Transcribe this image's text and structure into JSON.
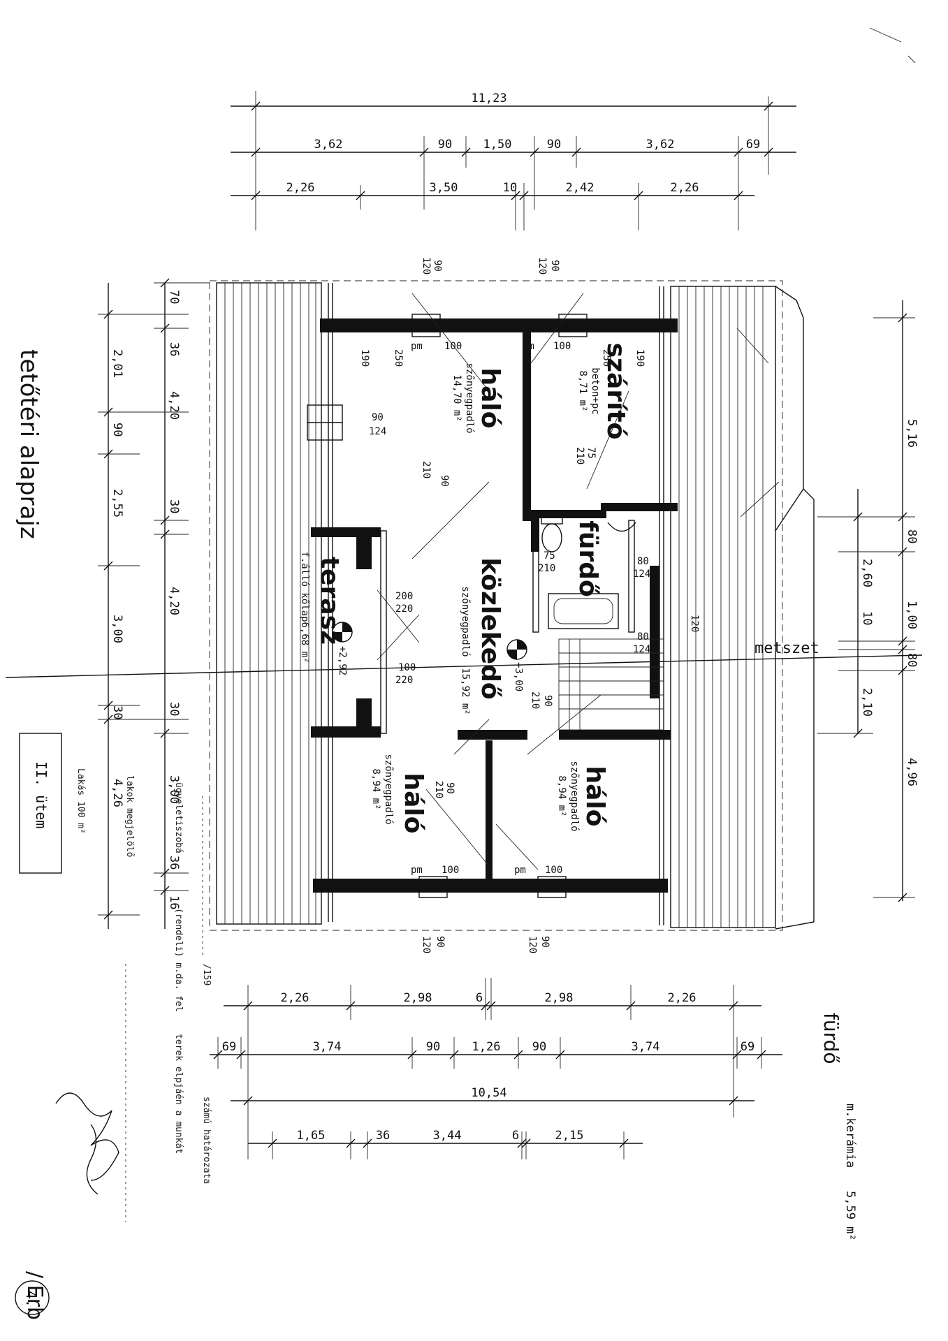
{
  "top_dims": {
    "overall": "11,23",
    "row2": [
      "3,62",
      "90",
      "1,50",
      "90",
      "3,62",
      "69"
    ],
    "row3": [
      "2,26",
      "3,50",
      "10",
      "2,42",
      "2,26"
    ]
  },
  "bottom_dims": {
    "row1": [
      "2,26",
      "2,98",
      "6",
      "2,98",
      "2,26"
    ],
    "row2": [
      "69",
      "3,74",
      "90",
      "1,26",
      "90",
      "3,74",
      "69"
    ],
    "overall": "10,54",
    "row4": [
      "1,65",
      "36",
      "3,44",
      "6",
      "2,15"
    ]
  },
  "left_dims": {
    "outer": [
      "2,01",
      "90",
      "2,55",
      "3,00",
      "30",
      "4,26"
    ],
    "inner": [
      "70",
      "36",
      "4,20",
      "30",
      "4,20",
      "30",
      "3,00",
      "36",
      "16"
    ]
  },
  "right_dims": {
    "outer": [
      "5,16",
      "4,96"
    ],
    "inner": [
      "2,60",
      "80",
      "10",
      "1,00",
      "80",
      "2,10"
    ]
  },
  "rooms": {
    "halo_top": {
      "name": "háló",
      "floor": "szőnyegpadló",
      "area": "14,70 m²"
    },
    "szarito": {
      "name": "szárító",
      "floor": "beton+pc",
      "area": "8,71 m²"
    },
    "furdo": {
      "name": "fürdő"
    },
    "kozlekedo": {
      "name": "közlekedő",
      "floor": "szőnyegpadló",
      "area": "15,92 m²"
    },
    "terasz": {
      "name": "terasz",
      "floor": "f.álló kőlap",
      "area": "6,68 m²"
    },
    "halo_left": {
      "name": "háló",
      "floor": "szőnyegpadló",
      "area": "8,94 m²"
    },
    "halo_right": {
      "name": "háló",
      "floor": "szőnyegpadló",
      "area": "8,94 m²"
    }
  },
  "openings": {
    "o1": "90",
    "o2": "120",
    "o3": "120",
    "o4": "90",
    "w1": "100",
    "w2": "100",
    "w3": "100",
    "w4": "100",
    "pm": "pm",
    "h190a": "190",
    "h250a": "250",
    "h250b": "250",
    "h190b": "190",
    "d90_124": "90",
    "d124": "124",
    "d210a": "210",
    "d90b": "90",
    "d75": "75",
    "d210b": "210",
    "d75b": "75",
    "d210c": "210",
    "d80a": "80",
    "d124a": "124",
    "d80b": "80",
    "d124b": "124",
    "d200": "200",
    "d220a": "220",
    "d100": "100",
    "d220b": "220",
    "d90c": "90",
    "d210d": "210",
    "d90d": "90",
    "d210e": "210",
    "b120a": "120",
    "b90a": "90",
    "b120b": "120",
    "b90b": "90",
    "lev1": "+3,00",
    "lev2": "+2,92",
    "vent": "120"
  },
  "section_label": "metszet",
  "drawing_title": "tetőtéri alaprajz",
  "stage_box": "II. ütem",
  "legend": {
    "room": "fürdő",
    "finish": "m.kerámia",
    "area": "5,59 m²"
  },
  "notes": {
    "n1": "Lakás 100 m²",
    "n2": "lakok megjelölő",
    "n3": "ügyeletiszobá",
    "n4": "/159",
    "n5": "számú határozata",
    "n6": "terek elpjáén a munkát",
    "n7": "(rendeli) m.da. fel"
  },
  "signature": "/ Erb",
  "page_number": "4."
}
